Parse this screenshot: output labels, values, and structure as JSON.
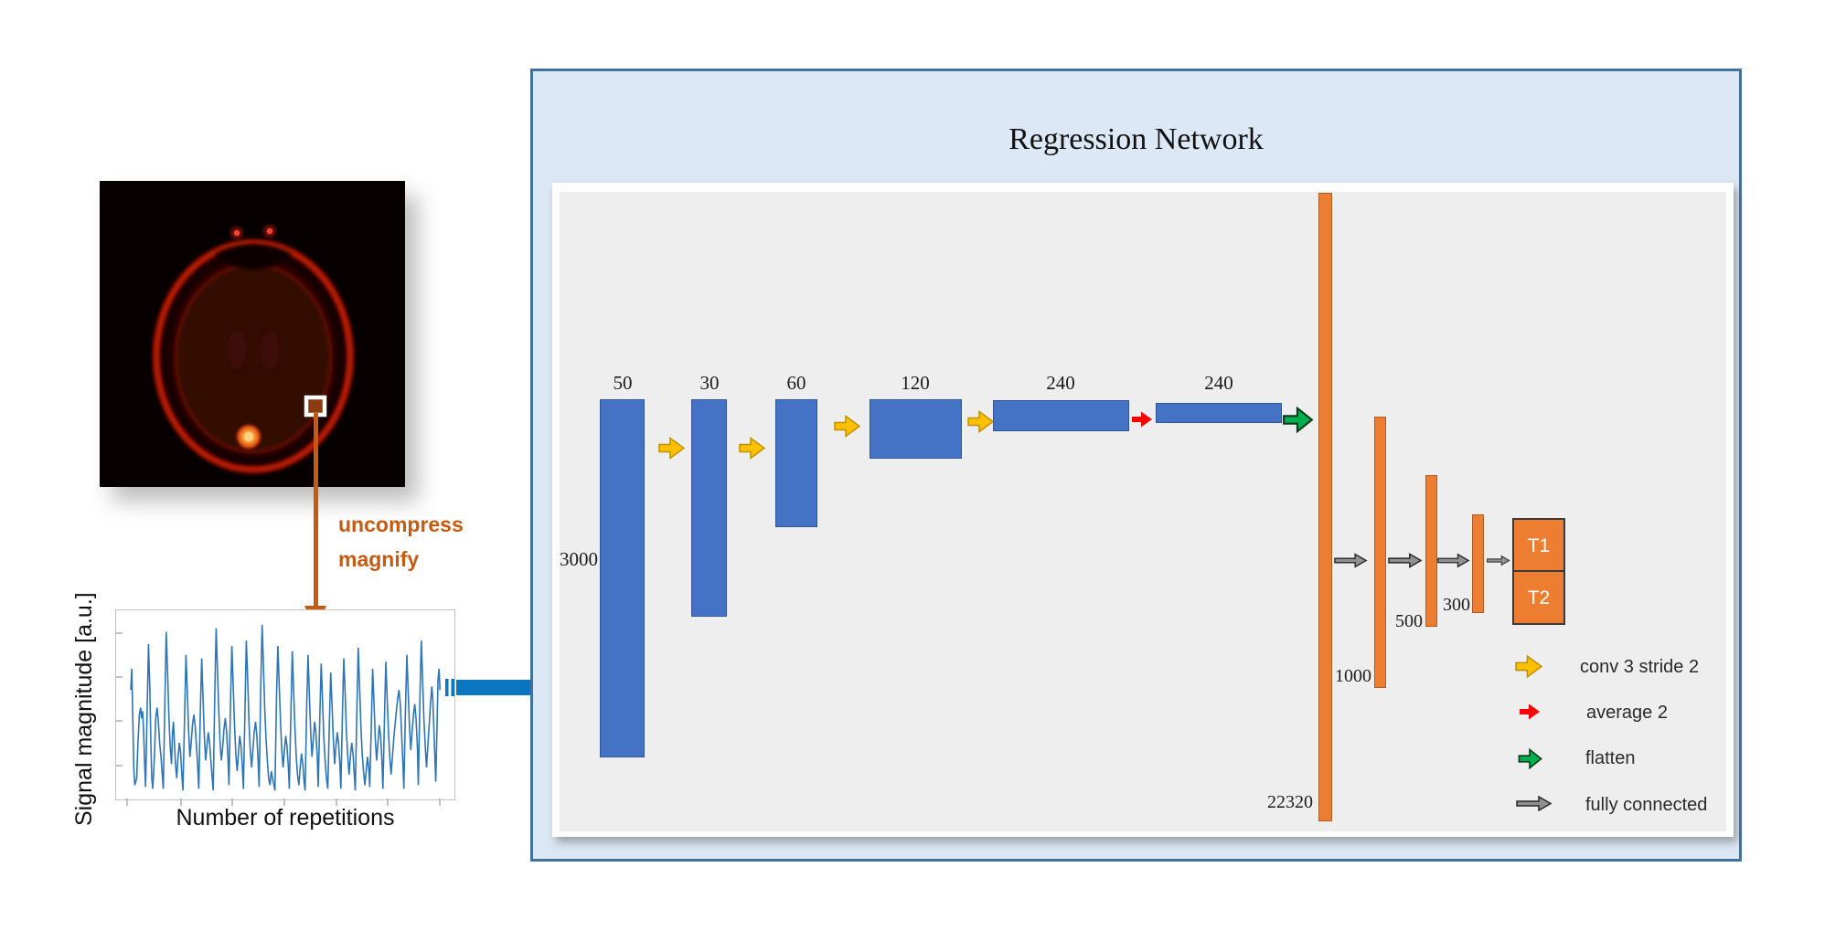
{
  "annotation": {
    "uncompress": "uncompress",
    "magnify": "magnify"
  },
  "signal_plot": {
    "ylabel": "Signal magnitude [a.u.]",
    "xlabel": "Number of repetitions",
    "points": [
      [
        0.028,
        0.6
      ],
      [
        0.031,
        0.72
      ],
      [
        0.034,
        0.45
      ],
      [
        0.037,
        0.16
      ],
      [
        0.04,
        0.06
      ],
      [
        0.046,
        0.1
      ],
      [
        0.05,
        0.3
      ],
      [
        0.054,
        0.46
      ],
      [
        0.058,
        0.5
      ],
      [
        0.061,
        0.44
      ],
      [
        0.064,
        0.48
      ],
      [
        0.067,
        0.36
      ],
      [
        0.07,
        0.2
      ],
      [
        0.073,
        0.05
      ],
      [
        0.078,
        0.5
      ],
      [
        0.082,
        0.86
      ],
      [
        0.086,
        0.6
      ],
      [
        0.089,
        0.3
      ],
      [
        0.092,
        0.1
      ],
      [
        0.095,
        0.04
      ],
      [
        0.1,
        0.22
      ],
      [
        0.104,
        0.44
      ],
      [
        0.108,
        0.5
      ],
      [
        0.112,
        0.42
      ],
      [
        0.116,
        0.3
      ],
      [
        0.12,
        0.22
      ],
      [
        0.124,
        0.12
      ],
      [
        0.127,
        0.04
      ],
      [
        0.132,
        0.55
      ],
      [
        0.136,
        0.93
      ],
      [
        0.14,
        0.7
      ],
      [
        0.144,
        0.45
      ],
      [
        0.148,
        0.28
      ],
      [
        0.152,
        0.18
      ],
      [
        0.155,
        0.35
      ],
      [
        0.158,
        0.42
      ],
      [
        0.161,
        0.3
      ],
      [
        0.164,
        0.18
      ],
      [
        0.168,
        0.1
      ],
      [
        0.172,
        0.22
      ],
      [
        0.176,
        0.3
      ],
      [
        0.18,
        0.24
      ],
      [
        0.184,
        0.1
      ],
      [
        0.187,
        0.03
      ],
      [
        0.192,
        0.45
      ],
      [
        0.196,
        0.8
      ],
      [
        0.2,
        0.6
      ],
      [
        0.204,
        0.38
      ],
      [
        0.208,
        0.22
      ],
      [
        0.212,
        0.3
      ],
      [
        0.216,
        0.4
      ],
      [
        0.22,
        0.46
      ],
      [
        0.224,
        0.4
      ],
      [
        0.228,
        0.28
      ],
      [
        0.232,
        0.16
      ],
      [
        0.235,
        0.04
      ],
      [
        0.24,
        0.5
      ],
      [
        0.244,
        0.78
      ],
      [
        0.248,
        0.56
      ],
      [
        0.252,
        0.34
      ],
      [
        0.256,
        0.2
      ],
      [
        0.26,
        0.28
      ],
      [
        0.264,
        0.36
      ],
      [
        0.268,
        0.3
      ],
      [
        0.272,
        0.2
      ],
      [
        0.276,
        0.1
      ],
      [
        0.279,
        0.03
      ],
      [
        0.284,
        0.6
      ],
      [
        0.288,
        0.95
      ],
      [
        0.292,
        0.72
      ],
      [
        0.296,
        0.48
      ],
      [
        0.3,
        0.3
      ],
      [
        0.304,
        0.2
      ],
      [
        0.308,
        0.28
      ],
      [
        0.312,
        0.38
      ],
      [
        0.316,
        0.44
      ],
      [
        0.32,
        0.36
      ],
      [
        0.324,
        0.22
      ],
      [
        0.327,
        0.06
      ],
      [
        0.332,
        0.55
      ],
      [
        0.336,
        0.85
      ],
      [
        0.34,
        0.62
      ],
      [
        0.344,
        0.4
      ],
      [
        0.348,
        0.24
      ],
      [
        0.352,
        0.14
      ],
      [
        0.356,
        0.24
      ],
      [
        0.36,
        0.34
      ],
      [
        0.364,
        0.28
      ],
      [
        0.368,
        0.16
      ],
      [
        0.371,
        0.04
      ],
      [
        0.376,
        0.5
      ],
      [
        0.38,
        0.88
      ],
      [
        0.384,
        0.66
      ],
      [
        0.388,
        0.42
      ],
      [
        0.392,
        0.26
      ],
      [
        0.396,
        0.16
      ],
      [
        0.4,
        0.26
      ],
      [
        0.404,
        0.36
      ],
      [
        0.408,
        0.42
      ],
      [
        0.412,
        0.34
      ],
      [
        0.416,
        0.2
      ],
      [
        0.419,
        0.05
      ],
      [
        0.424,
        0.62
      ],
      [
        0.428,
        0.97
      ],
      [
        0.432,
        0.74
      ],
      [
        0.436,
        0.5
      ],
      [
        0.44,
        0.32
      ],
      [
        0.444,
        0.2
      ],
      [
        0.448,
        0.1
      ],
      [
        0.452,
        0.06
      ],
      [
        0.456,
        0.14
      ],
      [
        0.46,
        0.1
      ],
      [
        0.464,
        0.06
      ],
      [
        0.467,
        0.03
      ],
      [
        0.472,
        0.55
      ],
      [
        0.476,
        0.85
      ],
      [
        0.48,
        0.64
      ],
      [
        0.484,
        0.42
      ],
      [
        0.488,
        0.26
      ],
      [
        0.492,
        0.16
      ],
      [
        0.496,
        0.26
      ],
      [
        0.5,
        0.34
      ],
      [
        0.504,
        0.28
      ],
      [
        0.508,
        0.16
      ],
      [
        0.511,
        0.04
      ],
      [
        0.516,
        0.48
      ],
      [
        0.52,
        0.82
      ],
      [
        0.524,
        0.6
      ],
      [
        0.528,
        0.38
      ],
      [
        0.532,
        0.22
      ],
      [
        0.536,
        0.12
      ],
      [
        0.54,
        0.06
      ],
      [
        0.544,
        0.16
      ],
      [
        0.548,
        0.24
      ],
      [
        0.552,
        0.18
      ],
      [
        0.556,
        0.08
      ],
      [
        0.559,
        0.03
      ],
      [
        0.564,
        0.52
      ],
      [
        0.568,
        0.8
      ],
      [
        0.572,
        0.58
      ],
      [
        0.576,
        0.36
      ],
      [
        0.58,
        0.22
      ],
      [
        0.584,
        0.32
      ],
      [
        0.588,
        0.42
      ],
      [
        0.592,
        0.36
      ],
      [
        0.596,
        0.22
      ],
      [
        0.599,
        0.05
      ],
      [
        0.604,
        0.45
      ],
      [
        0.608,
        0.75
      ],
      [
        0.612,
        0.55
      ],
      [
        0.616,
        0.34
      ],
      [
        0.62,
        0.2
      ],
      [
        0.624,
        0.1
      ],
      [
        0.628,
        0.04
      ],
      [
        0.633,
        0.4
      ],
      [
        0.637,
        0.7
      ],
      [
        0.641,
        0.52
      ],
      [
        0.645,
        0.32
      ],
      [
        0.649,
        0.18
      ],
      [
        0.653,
        0.28
      ],
      [
        0.657,
        0.36
      ],
      [
        0.661,
        0.3
      ],
      [
        0.665,
        0.18
      ],
      [
        0.668,
        0.04
      ],
      [
        0.673,
        0.48
      ],
      [
        0.677,
        0.78
      ],
      [
        0.681,
        0.58
      ],
      [
        0.685,
        0.36
      ],
      [
        0.689,
        0.22
      ],
      [
        0.693,
        0.12
      ],
      [
        0.697,
        0.22
      ],
      [
        0.701,
        0.3
      ],
      [
        0.705,
        0.24
      ],
      [
        0.709,
        0.12
      ],
      [
        0.712,
        0.03
      ],
      [
        0.717,
        0.5
      ],
      [
        0.721,
        0.84
      ],
      [
        0.725,
        0.62
      ],
      [
        0.729,
        0.4
      ],
      [
        0.733,
        0.24
      ],
      [
        0.737,
        0.14
      ],
      [
        0.741,
        0.06
      ],
      [
        0.745,
        0.14
      ],
      [
        0.749,
        0.22
      ],
      [
        0.753,
        0.16
      ],
      [
        0.756,
        0.05
      ],
      [
        0.761,
        0.42
      ],
      [
        0.765,
        0.72
      ],
      [
        0.769,
        0.52
      ],
      [
        0.773,
        0.32
      ],
      [
        0.777,
        0.2
      ],
      [
        0.781,
        0.3
      ],
      [
        0.785,
        0.4
      ],
      [
        0.789,
        0.34
      ],
      [
        0.793,
        0.2
      ],
      [
        0.796,
        0.04
      ],
      [
        0.801,
        0.46
      ],
      [
        0.805,
        0.76
      ],
      [
        0.809,
        0.56
      ],
      [
        0.813,
        0.36
      ],
      [
        0.817,
        0.22
      ],
      [
        0.821,
        0.12
      ],
      [
        0.825,
        0.22
      ],
      [
        0.829,
        0.32
      ],
      [
        0.833,
        0.4
      ],
      [
        0.837,
        0.48
      ],
      [
        0.841,
        0.55
      ],
      [
        0.845,
        0.6
      ],
      [
        0.849,
        0.52
      ],
      [
        0.853,
        0.36
      ],
      [
        0.857,
        0.18
      ],
      [
        0.86,
        0.04
      ],
      [
        0.865,
        0.5
      ],
      [
        0.869,
        0.8
      ],
      [
        0.873,
        0.6
      ],
      [
        0.877,
        0.4
      ],
      [
        0.881,
        0.26
      ],
      [
        0.885,
        0.36
      ],
      [
        0.889,
        0.46
      ],
      [
        0.893,
        0.52
      ],
      [
        0.897,
        0.44
      ],
      [
        0.901,
        0.28
      ],
      [
        0.904,
        0.06
      ],
      [
        0.909,
        0.55
      ],
      [
        0.913,
        0.88
      ],
      [
        0.917,
        0.66
      ],
      [
        0.921,
        0.44
      ],
      [
        0.925,
        0.28
      ],
      [
        0.929,
        0.16
      ],
      [
        0.933,
        0.28
      ],
      [
        0.937,
        0.4
      ],
      [
        0.941,
        0.52
      ],
      [
        0.945,
        0.62
      ],
      [
        0.948,
        0.55
      ],
      [
        0.951,
        0.4
      ],
      [
        0.954,
        0.24
      ],
      [
        0.957,
        0.08
      ],
      [
        0.961,
        0.4
      ],
      [
        0.964,
        0.66
      ],
      [
        0.967,
        0.72
      ],
      [
        0.97,
        0.6
      ]
    ]
  },
  "network": {
    "title": "Regression Network",
    "input_length_label": "3000",
    "conv_bars": [
      {
        "size": "50"
      },
      {
        "size": "30"
      },
      {
        "size": "60"
      },
      {
        "size": "120"
      },
      {
        "size": "240"
      },
      {
        "size": "240"
      }
    ],
    "fc_bars": [
      {
        "size": "22320"
      },
      {
        "size": "1000"
      },
      {
        "size": "500"
      },
      {
        "size": "300"
      }
    ],
    "outputs": [
      {
        "label": "T1"
      },
      {
        "label": "T2"
      }
    ],
    "legend": [
      {
        "icon": "conv-arrow",
        "label": "conv 3 stride 2"
      },
      {
        "icon": "average-arrow",
        "label": "average 2"
      },
      {
        "icon": "flatten-arrow",
        "label": "flatten"
      },
      {
        "icon": "fully-connected-arrow",
        "label": "fully connected"
      }
    ]
  },
  "colors": {
    "network_bg": "#dce8f5",
    "network_border": "#41719c",
    "panel_bg": "#eeeeee",
    "conv_bar": "#4472c4",
    "fc_bar": "#ed7d31",
    "conv_arrow": "#ffc000",
    "conv_arrow_edge": "#bf9000",
    "avg_arrow": "#ff0000",
    "flatten_arrow": "#00b050",
    "fc_arrow": "#909090",
    "annotation": "#c55a11",
    "input_arrow": "#0a76c2",
    "signal_line": "#2e75b6"
  }
}
